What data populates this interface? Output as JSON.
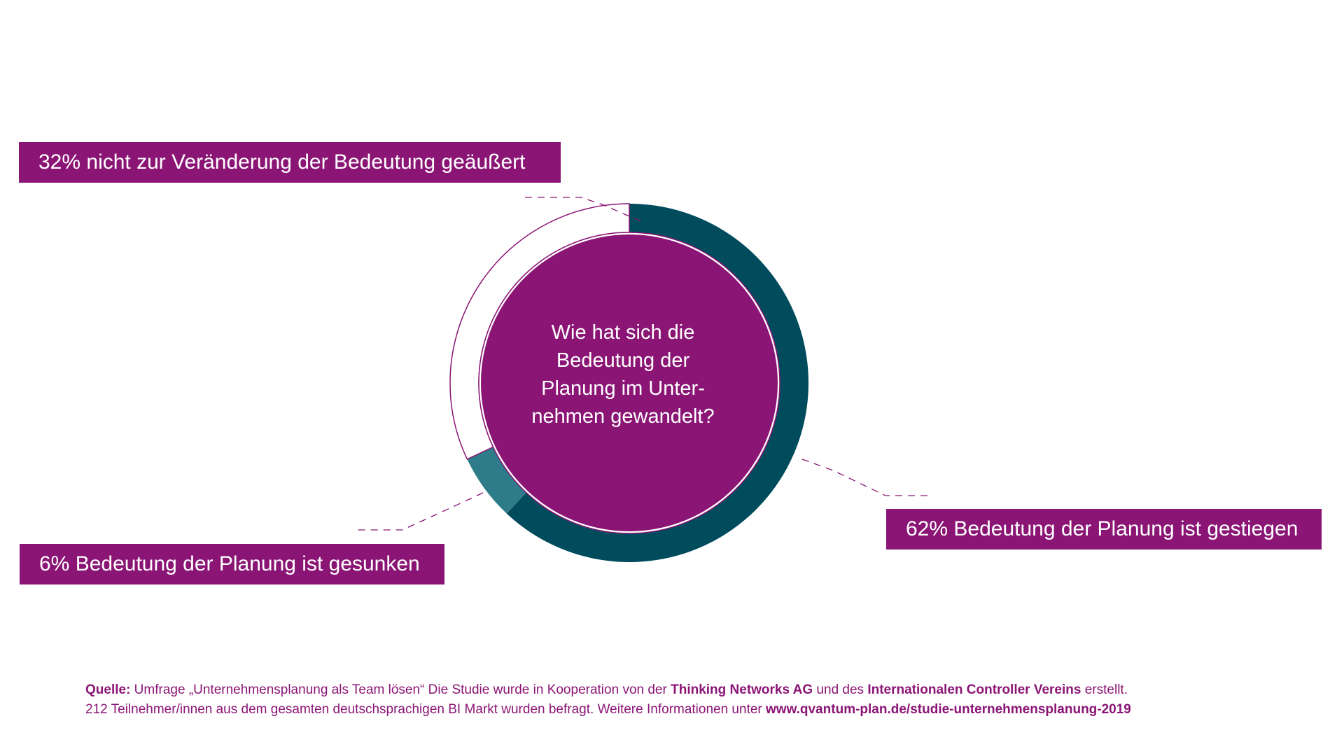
{
  "chart_data": {
    "type": "pie",
    "title": "",
    "center_text": [
      "Wie hat sich die",
      "Bedeutung der",
      "Planung im Unter-",
      "nehmen gewandelt?"
    ],
    "slices": [
      {
        "label": "62% Bedeutung der Planung ist gestiegen",
        "value": 62,
        "color": "#004b5c"
      },
      {
        "label": "6% Bedeutung der Planung ist gesunken",
        "value": 6,
        "color": "#2e7b8a"
      },
      {
        "label": "32% nicht zur Veränderung der Bedeutung geäußert",
        "value": 32,
        "color": "#ffffff",
        "outline": "#8a1575"
      }
    ]
  },
  "colors": {
    "accent": "#8a1575",
    "dark_teal": "#004b5c",
    "light_teal": "#2e7b8a"
  },
  "source": {
    "prefix": "Quelle:",
    "part1": " Umfrage „Unternehmensplanung als Team lösen“ Die Studie wurde in Kooperation von der ",
    "org1": "Thinking Networks AG",
    "part2": " und des ",
    "org2": "Internationalen Controller Vereins",
    "part3": " erstellt.",
    "line2": "212 Teilnehmer/innen aus dem gesamten deutschsprachigen BI Markt wurden befragt. Weitere Informationen unter ",
    "url": "www.qvantum-plan.de/studie-unternehmensplanung-2019"
  }
}
